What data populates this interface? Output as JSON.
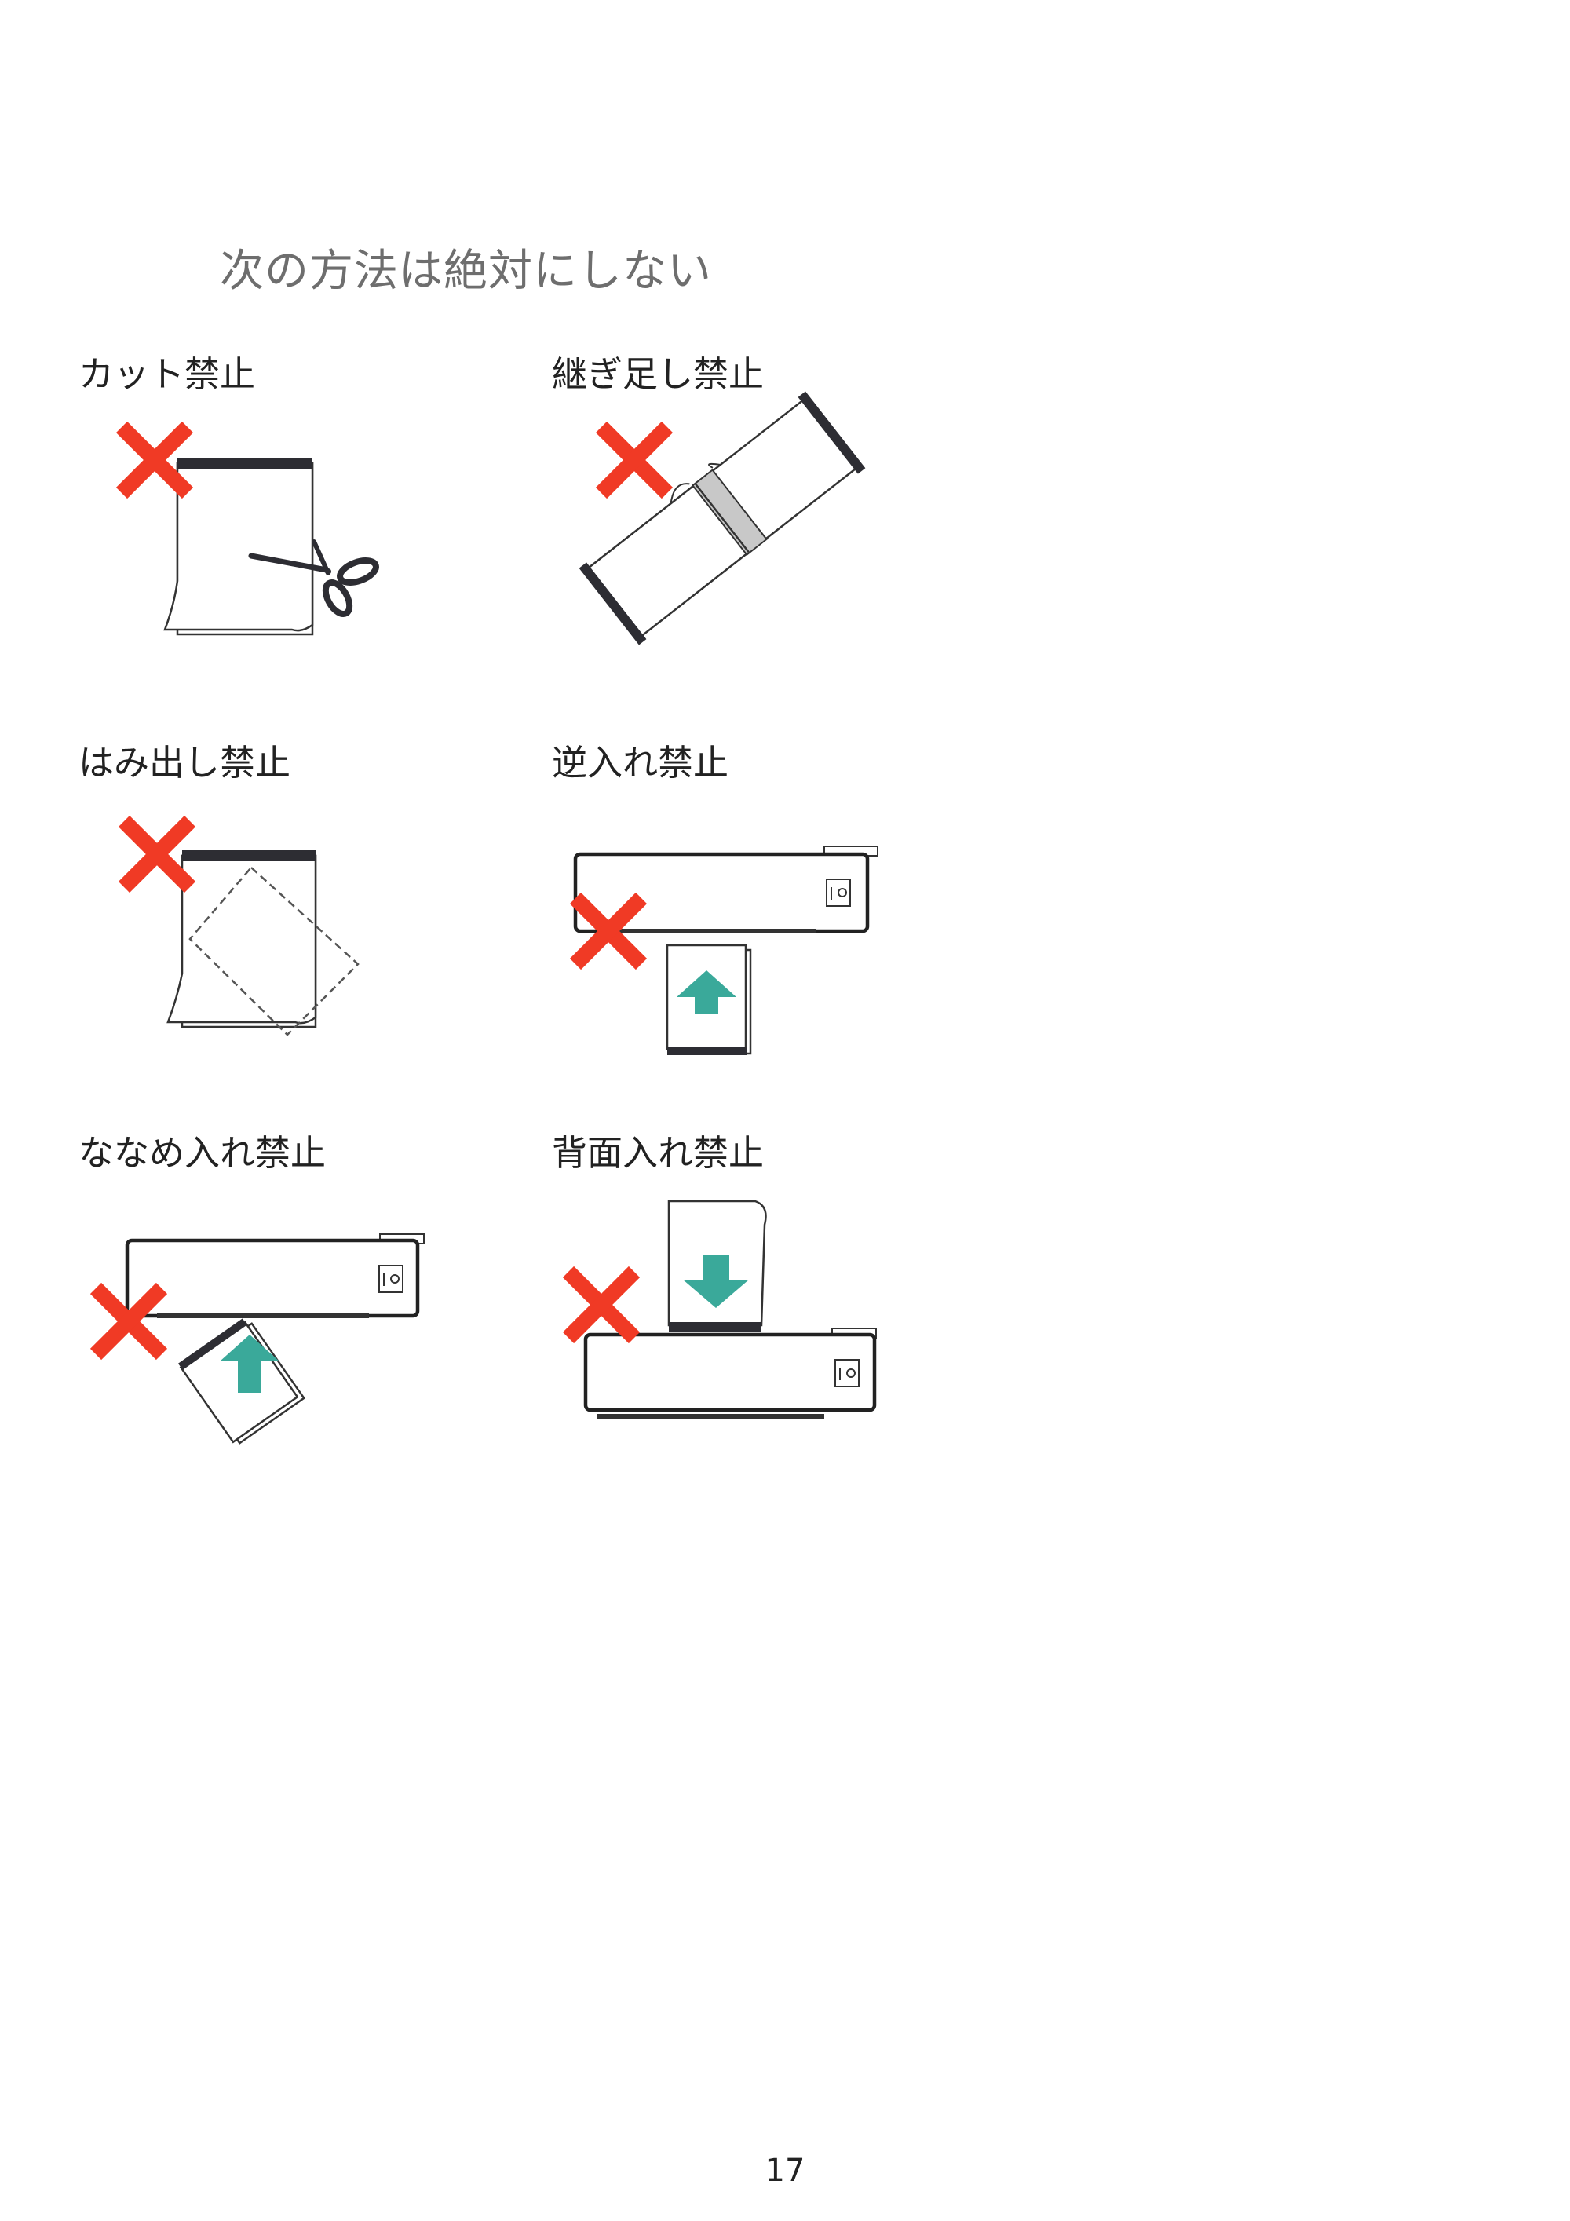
{
  "heading": "次の方法は絶対にしない",
  "items": [
    {
      "label": "カット禁止"
    },
    {
      "label": "継ぎ足し禁止"
    },
    {
      "label": "はみ出し禁止"
    },
    {
      "label": "逆入れ禁止"
    },
    {
      "label": "ななめ入れ禁止"
    },
    {
      "label": "背面入れ禁止"
    }
  ],
  "page_number": "17",
  "colors": {
    "cross": "#f03a25",
    "arrow": "#3aa99a",
    "edge": "#2d2d33"
  }
}
